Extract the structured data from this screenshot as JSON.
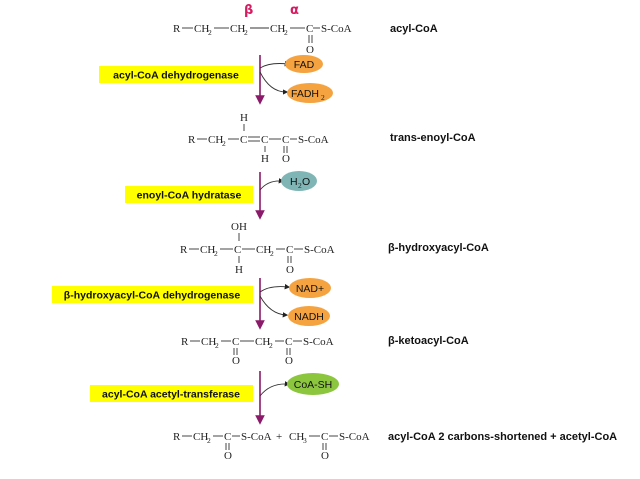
{
  "labels": {
    "beta": "β",
    "alpha": "α"
  },
  "steps": [
    {
      "compound": "acyl-CoA"
    },
    {
      "compound": "trans-enoyl-CoA"
    },
    {
      "compound": "β-hydroxyacyl-CoA"
    },
    {
      "compound": "β-ketoacyl-CoA"
    },
    {
      "compound": "acyl-CoA 2 carbons-shortened + acetyl-CoA"
    }
  ],
  "enzymes": [
    {
      "name": "acyl-CoA dehydrogenase",
      "in": "FAD",
      "out": "FADH",
      "out_sub": "2"
    },
    {
      "name": "enoyl-CoA hydratase",
      "in": "H",
      "in_sub": "2",
      "in_tail": "O"
    },
    {
      "name": "β-hydroxyacyl-CoA dehydrogenase",
      "in": "NAD+",
      "out": "NADH"
    },
    {
      "name": "acyl-CoA acetyl-transferase",
      "in": "CoA-SH"
    }
  ],
  "chem": {
    "R": "R",
    "CH": "CH",
    "two": "2",
    "C": "C",
    "H": "H",
    "O": "O",
    "OH": "OH",
    "SCoA": "S-CoA",
    "plus": "+",
    "CH3": "CH",
    "three": "3"
  },
  "colors": {
    "arrow": "#8b1a6b",
    "greek": "#d81b60",
    "enzyme_box": "#ffff00",
    "fad": "#f4a340",
    "nad": "#f4a340",
    "water": "#7fb5b5",
    "coa": "#8cc63f"
  }
}
